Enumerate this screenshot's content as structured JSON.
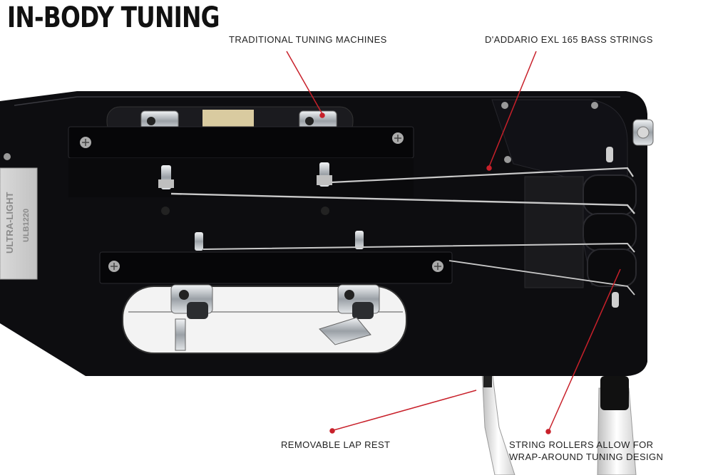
{
  "title": "IN-BODY TUNING",
  "callouts": {
    "tuning_machines": "TRADITIONAL TUNING MACHINES",
    "strings": "D'ADDARIO EXL 165 BASS STRINGS",
    "lap_rest": "REMOVABLE LAP REST",
    "rollers_line1": "STRING ROLLERS ALLOW FOR",
    "rollers_line2": "WRAP-AROUND TUNING DESIGN"
  },
  "plate": {
    "brand": "ULTRA-LIGHT",
    "model": "ULB1220"
  },
  "colors": {
    "body": "#0d0d10",
    "leader": "#c8202a",
    "chrome": "#c9cdd2"
  }
}
